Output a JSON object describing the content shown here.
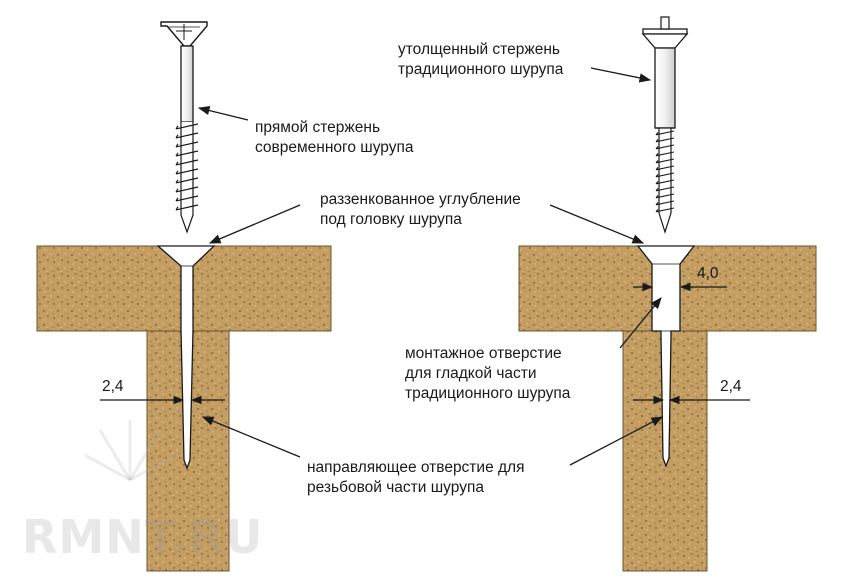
{
  "labels": {
    "modern_shank": [
      "прямой стержень",
      "современного шурупа"
    ],
    "countersink": [
      "раззенкованное углубление",
      "под головку шурупа"
    ],
    "thickened_shank": [
      "утолщенный стержень",
      "традиционного шурупа"
    ],
    "clearance_hole": [
      "монтажное отверстие",
      "для гладкой части",
      "традиционного шурупа"
    ],
    "pilot_hole": [
      "направляющее отверстие для",
      "резьбовой части шурупа"
    ]
  },
  "dimensions": {
    "left_pilot": "2,4",
    "right_clearance": "4,0",
    "right_pilot": "2,4"
  },
  "watermark": "RMNT.RU",
  "colors": {
    "wood": "#c49d62",
    "wood_speck_dark": "#8a6a3a",
    "wood_speck_light": "#e0c590",
    "line": "#1a1a1a",
    "hole": "#ffffff"
  }
}
